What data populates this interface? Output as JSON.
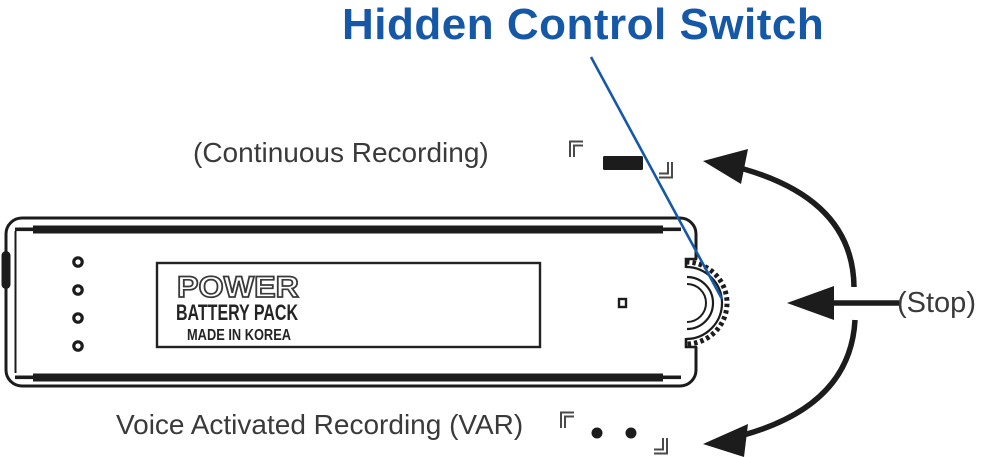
{
  "title": "Hidden Control Switch",
  "device": {
    "plate": {
      "line1": "POWER",
      "line2": "BATTERY PACK",
      "line3": "MADE IN KOREA"
    },
    "side_dot_count": 4
  },
  "labels": {
    "continuous": "(Continuous Recording)",
    "var": "Voice Activated Recording (VAR)",
    "stop": "(Stop)"
  },
  "symbols": {
    "continuous_symbol": "long-bar",
    "var_symbol": "two-dots"
  },
  "colors": {
    "accent_blue": "#1658a8",
    "ink": "#1c1c1c",
    "label_text": "#3a3a3a"
  }
}
